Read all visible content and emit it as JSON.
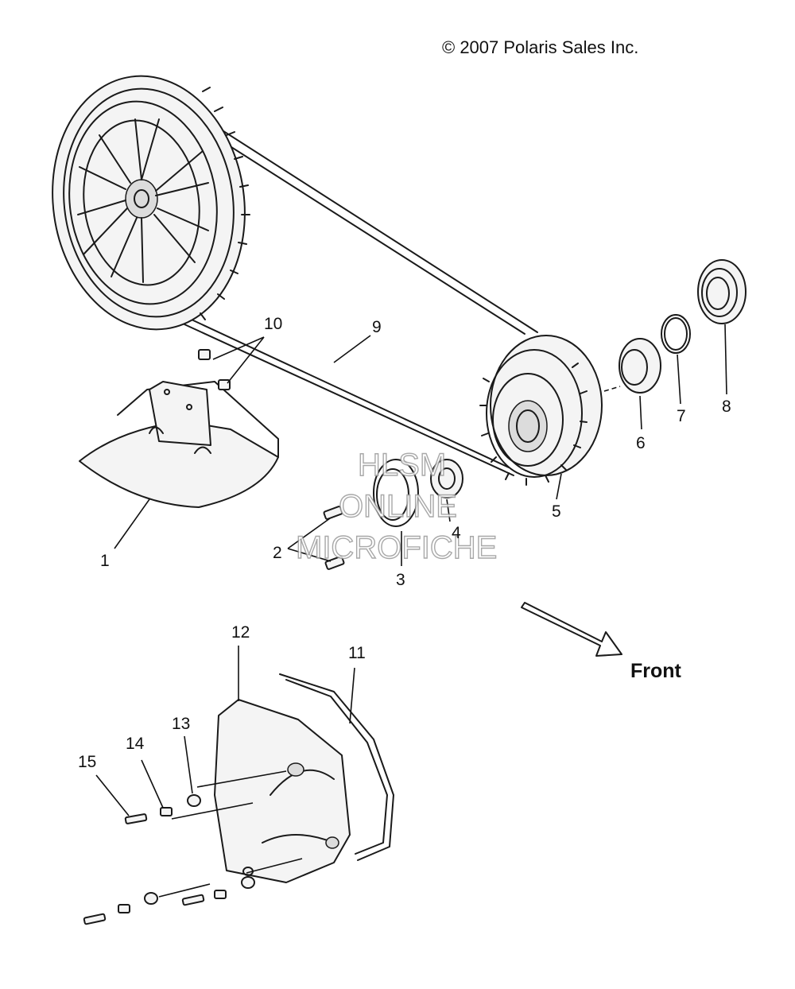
{
  "copyright": "© 2007 Polaris Sales Inc.",
  "front_label": "Front",
  "watermark": {
    "line1": "HLSM",
    "line2": "ONLINE",
    "line3": "MICROFICHE"
  },
  "callouts": {
    "c1": "1",
    "c2": "2",
    "c3": "3",
    "c4": "4",
    "c5": "5",
    "c6": "6",
    "c7": "7",
    "c8": "8",
    "c9": "9",
    "c10": "10",
    "c11": "11",
    "c12": "12",
    "c13": "13",
    "c14": "14",
    "c15": "15"
  },
  "colors": {
    "line": "#1a1a1a",
    "background": "#ffffff",
    "watermark": "#9a9a9a"
  }
}
